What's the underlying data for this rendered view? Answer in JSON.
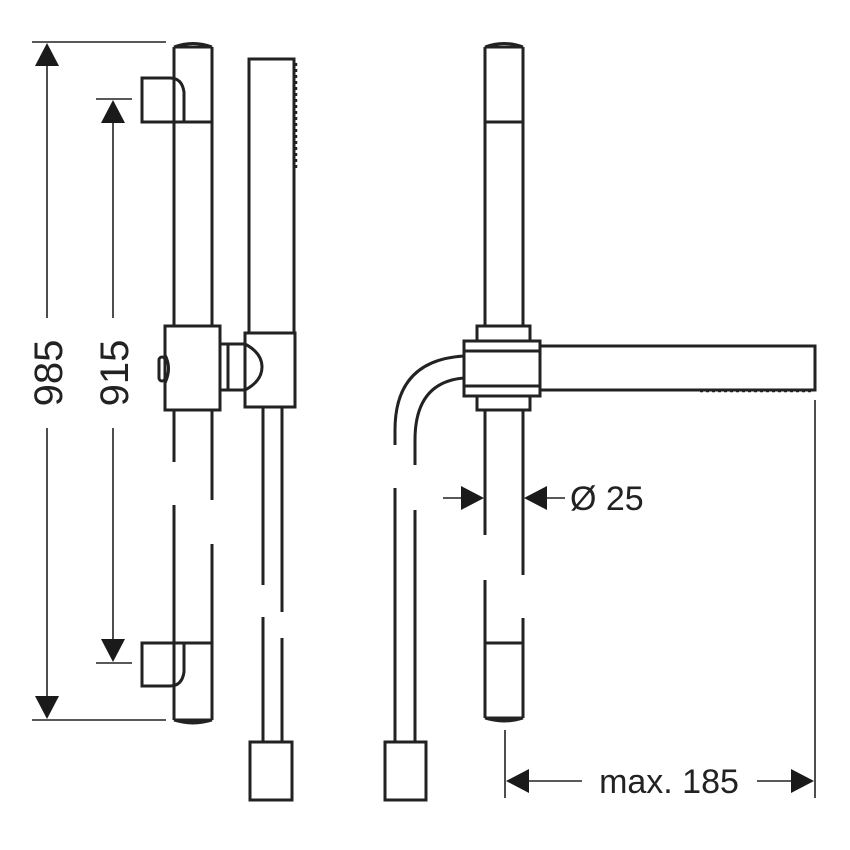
{
  "drawing": {
    "subject": "Shower set with wall bar, hand shower and hose",
    "views": [
      "front-view",
      "side-view"
    ],
    "line_color": "#222222",
    "background": "#ffffff"
  },
  "dimensions": {
    "overall_height": "985",
    "bracket_spacing": "915",
    "bar_diameter": "Ø 25",
    "projection": "max. 185"
  }
}
